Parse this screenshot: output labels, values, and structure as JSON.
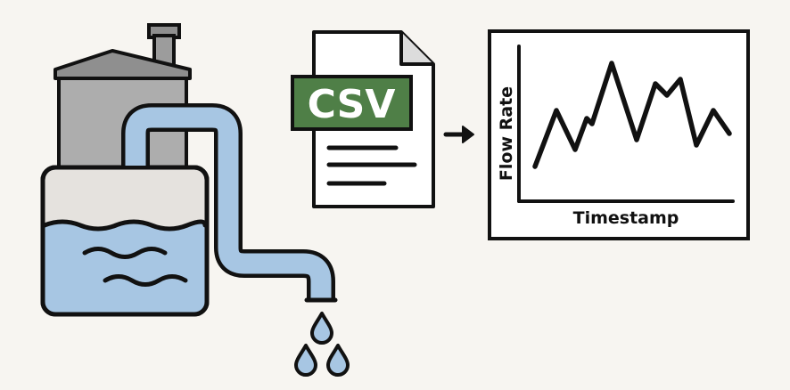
{
  "csv_file": {
    "label": "CSV",
    "label_bg_color": "#4f7f47",
    "label_text_color": "#ffffff"
  },
  "flow_arrow": {
    "icon": "arrow-right-icon"
  },
  "plot": {
    "xlabel": "Timestamp",
    "ylabel": "Flow Rate"
  },
  "colors": {
    "outline": "#111111",
    "water": "#a7c6e3",
    "tank_body": "#e5e2de",
    "tower": "#adadad",
    "roof": "#8f8f8f",
    "background": "#f7f5f1",
    "paper": "#ffffff"
  }
}
